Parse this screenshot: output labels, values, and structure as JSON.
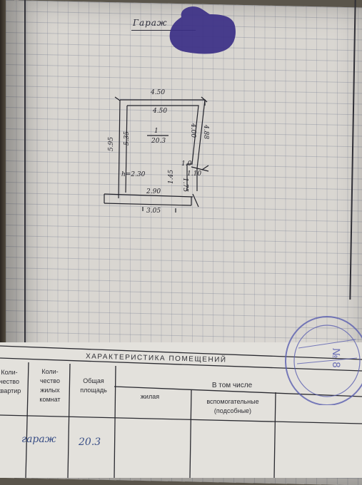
{
  "plan": {
    "title": "Гараж",
    "room_number": "1",
    "room_area": "20.3",
    "dims": {
      "top_outer": "4.50",
      "top_inner": "4.50",
      "left_outer": "5.95",
      "left_inner": "5.35",
      "right_outer": "4.88",
      "right_inner": "4.00",
      "step_top": "1.0",
      "step_right": "1.10",
      "height": "h=2.30",
      "step_inner": "1.45",
      "step_outer": "1.75",
      "bottom_inner": "2.90",
      "bottom_outer": "3.05"
    }
  },
  "table": {
    "title": "ХАРАКТЕРИСТИКА ПОМЕЩЕНИЙ",
    "col_apartments": [
      "Коли-",
      "чество",
      "квартир"
    ],
    "col_rooms": [
      "Коли-",
      "чество",
      "жилых",
      "комнат"
    ],
    "col_area": [
      "Общая",
      "площадь"
    ],
    "including": "В том числе",
    "col_living": "жилая",
    "col_aux": [
      "вспомогательные",
      "(подсобные)"
    ],
    "row_name": "гараж",
    "row_area": "20.3"
  },
  "stamp": {
    "text": "№ 8"
  },
  "colors": {
    "paper": "#d9d6d1",
    "ink": "#22222a",
    "handwriting": "#3a4f86",
    "stamp": "#5a5fb0",
    "blot": "#3b2f86"
  }
}
